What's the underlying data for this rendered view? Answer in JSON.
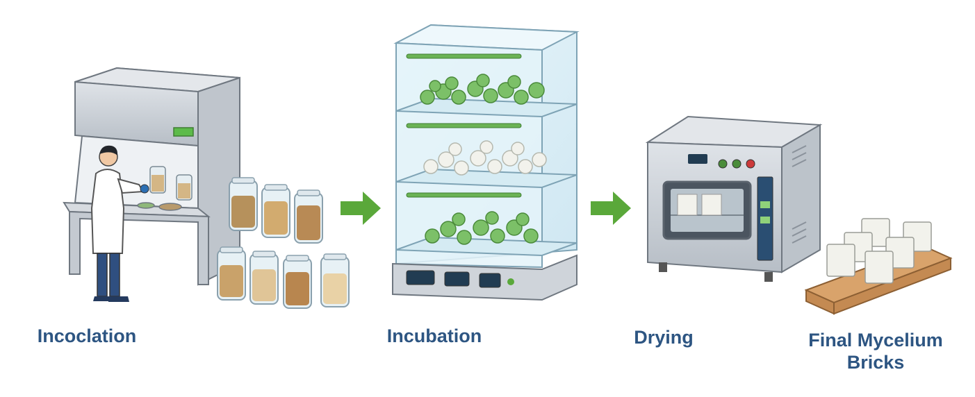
{
  "steps": [
    {
      "id": "inoculation",
      "label": "Incoclation"
    },
    {
      "id": "incubation",
      "label": "Incubation"
    },
    {
      "id": "drying",
      "label": "Drying"
    },
    {
      "id": "final",
      "label_line1": "Final Mycelium",
      "label_line2": "Bricks"
    }
  ],
  "colors": {
    "label": "#2d5582",
    "arrow": "#5aa83a",
    "steel": "#c9ced4",
    "glass": "#dff0f8",
    "mycelium_green": "#7cc068",
    "mycelium_white": "#f2f2ec",
    "pallet": "#d9a36b"
  }
}
